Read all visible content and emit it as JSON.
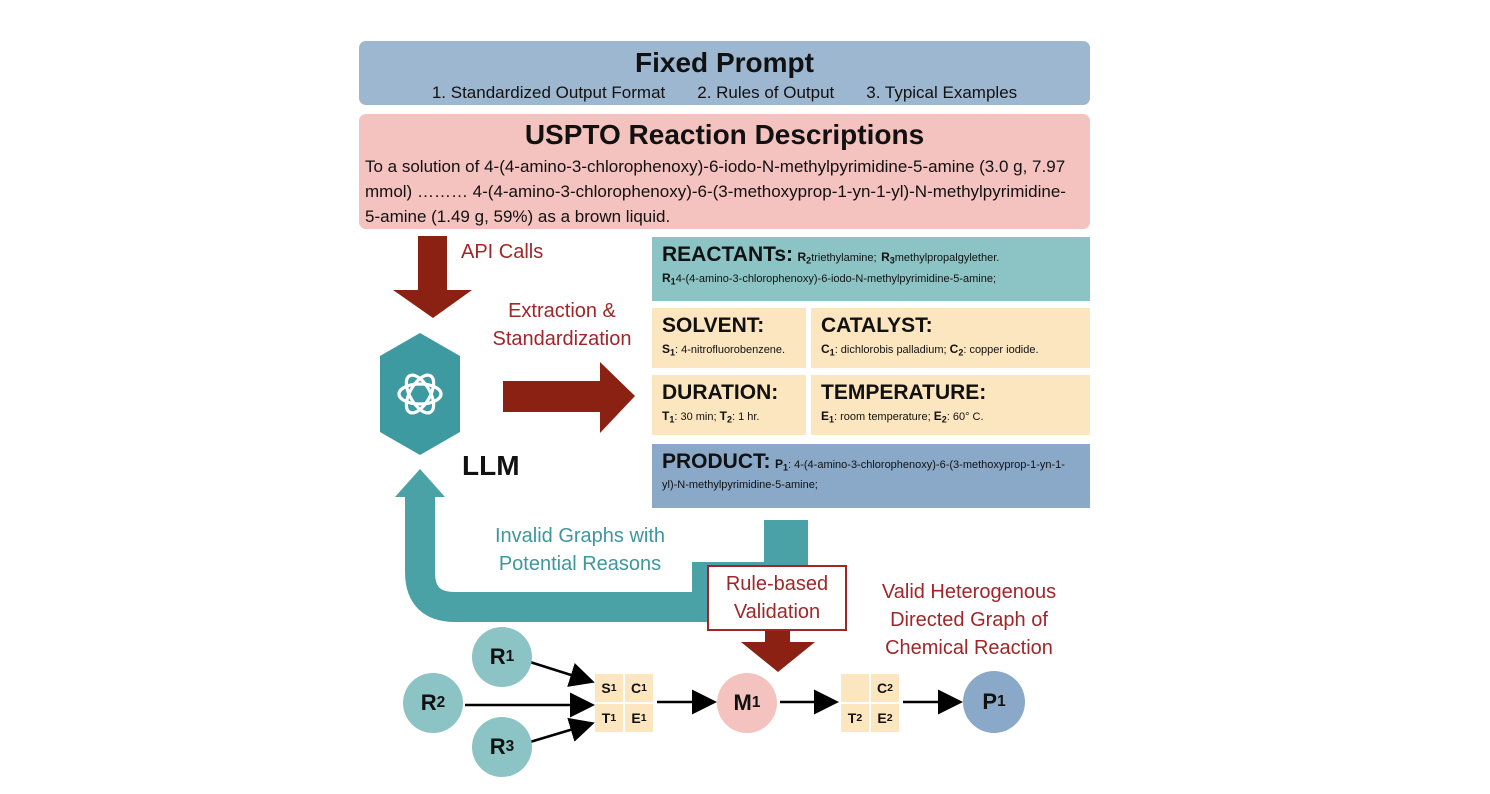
{
  "fixed_prompt": {
    "title": "Fixed Prompt",
    "items": [
      "1. Standardized Output Format",
      "2. Rules of Output",
      "3. Typical Examples"
    ]
  },
  "uspto": {
    "title": "USPTO Reaction Descriptions",
    "text": "To a solution of 4-(4-amino-3-chlorophenoxy)-6-iodo-N-methylpyrimidine-5-amine (3.0 g, 7.97 mmol) ……… 4-(4-amino-3-chlorophenoxy)-6-(3-methoxyprop-1-yn-1-yl)-N-methylpyrimidine-5-amine (1.49 g, 59%) as a brown liquid."
  },
  "labels": {
    "api_calls": "API Calls",
    "extraction": "Extraction & Standardization",
    "llm": "LLM",
    "invalid": "Invalid Graphs with Potential Reasons",
    "validation": "Rule-based Validation",
    "valid": "Valid Heterogenous Directed Graph of Chemical Reaction"
  },
  "info": {
    "reactants_head": "REACTANTs:",
    "r2_sym": "R",
    "r2_sub": "2",
    "r2_val": "triethylamine;",
    "r3_sym": "R",
    "r3_sub": "3",
    "r3_val": "methylpropalgylether.",
    "r1_sym": "R",
    "r1_sub": "1",
    "r1_val": "4-(4-amino-3-chlorophenoxy)-6-iodo-N-methylpyrimidine-5-amine;",
    "solvent_head": "SOLVENT:",
    "s1_sym": "S",
    "s1_sub": "1",
    "s1_val": ": 4-nitrofluorobenzene.",
    "catalyst_head": "CATALYST:",
    "c1_sym": "C",
    "c1_sub": "1",
    "c1_val": ": dichlorobis palladium;",
    "c2_sym": "C",
    "c2_sub": "2",
    "c2_val": ": copper iodide.",
    "duration_head": "DURATION:",
    "t1_sym": "T",
    "t1_sub": "1",
    "t1_val": ": 30 min;",
    "t2_sym": "T",
    "t2_sub": "2",
    "t2_val": ": 1 hr.",
    "temperature_head": "TEMPERATURE:",
    "e1_sym": "E",
    "e1_sub": "1",
    "e1_val": ": room temperature;",
    "e2_sym": "E",
    "e2_sub": "2",
    "e2_val": ": 60° C.",
    "product_head": "PRODUCT:",
    "p1_sym": "P",
    "p1_sub": "1",
    "p1_val": ": 4-(4-amino-3-chlorophenoxy)-6-(3-methoxyprop-1-yn-1-yl)-N-methylpyrimidine-5-amine;"
  },
  "graph": {
    "r1": {
      "sym": "R",
      "sub": "1"
    },
    "r2": {
      "sym": "R",
      "sub": "2"
    },
    "r3": {
      "sym": "R",
      "sub": "3"
    },
    "m1": {
      "sym": "M",
      "sub": "1"
    },
    "p1": {
      "sym": "P",
      "sub": "1"
    },
    "cond1": {
      "s": "S",
      "s_sub": "1",
      "c": "C",
      "c_sub": "1",
      "t": "T",
      "t_sub": "1",
      "e": "E",
      "e_sub": "1"
    },
    "cond2": {
      "c": "C",
      "c_sub": "2",
      "t": "T",
      "t_sub": "2",
      "e": "E",
      "e_sub": "2"
    }
  },
  "colors": {
    "dark_red": "#8b2112",
    "teal": "#4aa1a6",
    "llm_hex": "#3e9aa1",
    "reactant_node": "#8cc3c4",
    "intermediate_node": "#f4c2bf",
    "product_node": "#8aa9c8"
  },
  "icons": [
    "openai-logo-icon"
  ]
}
